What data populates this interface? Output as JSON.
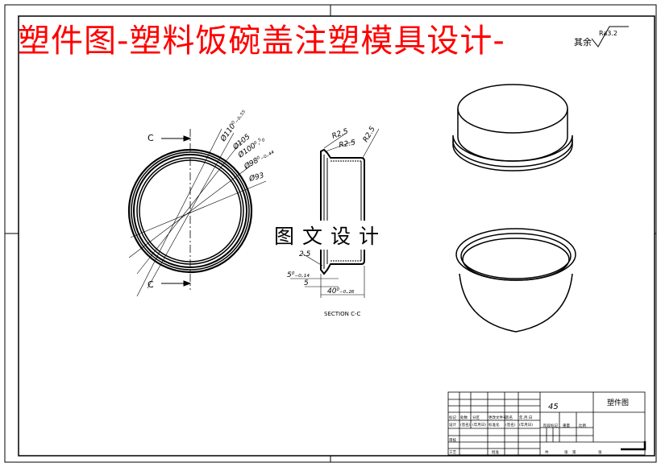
{
  "title": "塑件图-塑料饭碗盖注塑模具设计-",
  "watermark": "图文设计",
  "roughness": {
    "symbol_label": "其余",
    "value": "Ra3.2"
  },
  "front_view": {
    "section_label": "C",
    "dimensions": [
      "Ø110⁰₋₀.₅₅",
      "Ø105",
      "Ø100⁰.⁵₀",
      "Ø98⁰₋₀.₄₄",
      "Ø93"
    ]
  },
  "section_view": {
    "caption": "SECTION C-C",
    "radii": [
      "R2.5",
      "R2.5",
      "R2.5"
    ],
    "dims": {
      "r_bottom": "2.5",
      "flange": "5⁰₋₀.₁₄",
      "step": "5",
      "height": "40⁰₋₀.₂₆"
    }
  },
  "title_block": {
    "material": "45",
    "drawing_name": "塑件图",
    "row_labels_1": [
      "标记",
      "处数",
      "分区",
      "更改文件号",
      "签名",
      "年.月.日"
    ],
    "row_labels_2": [
      "设计",
      "(签名)",
      "(年月日)",
      "标准化",
      "(签名)",
      "(年月日)"
    ],
    "stage_labels": [
      "阶段标记",
      "重量",
      "比例"
    ],
    "audit": "审核",
    "process": "工艺",
    "approve": "批准",
    "sheet_text": [
      "共",
      "张",
      "第",
      "张"
    ]
  }
}
